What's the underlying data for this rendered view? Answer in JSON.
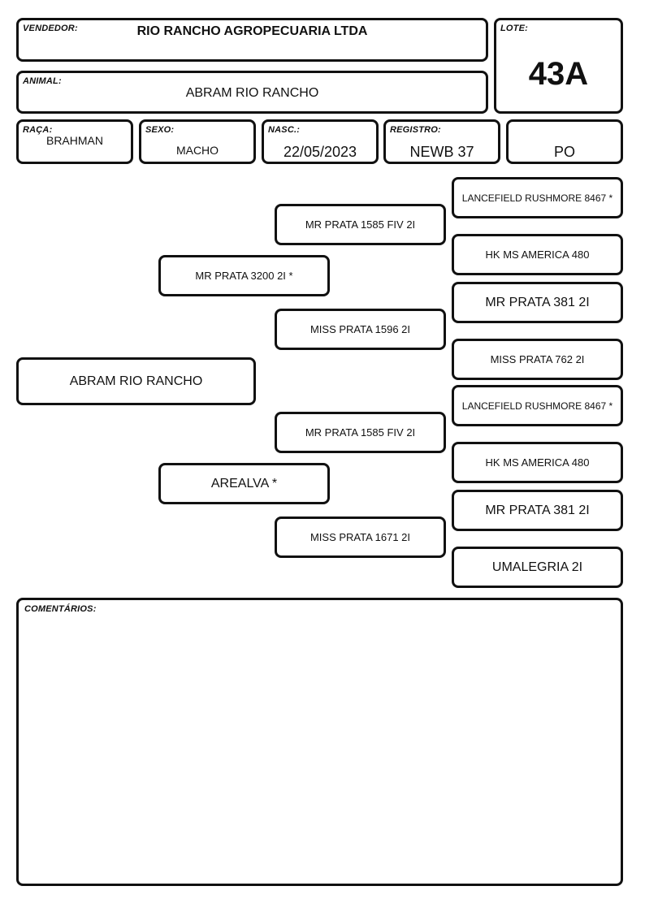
{
  "header": {
    "vendor_label": "VENDEDOR:",
    "vendor_value": "RIO RANCHO AGROPECUARIA LTDA",
    "lot_label": "LOTE:",
    "lot_value": "43A",
    "animal_label": "ANIMAL:",
    "animal_value": "ABRAM RIO RANCHO",
    "breed_label": "RAÇA:",
    "breed_value": "BRAHMAN",
    "sex_label": "SEXO:",
    "sex_value": "MACHO",
    "birth_label": "NASC.:",
    "birth_value": "22/05/2023",
    "registry_label": "REGISTRO:",
    "registry_value": "NEWB 37",
    "category_value": "PO"
  },
  "pedigree": {
    "animal": "ABRAM RIO RANCHO",
    "sire": "MR PRATA 3200 2I *",
    "dam": "AREALVA *",
    "sire_sire": "MR PRATA 1585 FIV 2I",
    "sire_dam": "MISS PRATA 1596 2I",
    "dam_sire": "MR PRATA 1585 FIV 2I",
    "dam_dam": "MISS PRATA 1671 2I",
    "ggp": [
      "LANCEFIELD RUSHMORE 8467 *",
      "HK MS AMERICA 480",
      "MR PRATA 381 2I",
      "MISS PRATA 762 2I",
      "LANCEFIELD RUSHMORE 8467 *",
      "HK MS AMERICA 480",
      "MR PRATA 381 2I",
      "UMALEGRIA 2I"
    ]
  },
  "comments": {
    "label": "COMENTÁRIOS:",
    "value": ""
  }
}
